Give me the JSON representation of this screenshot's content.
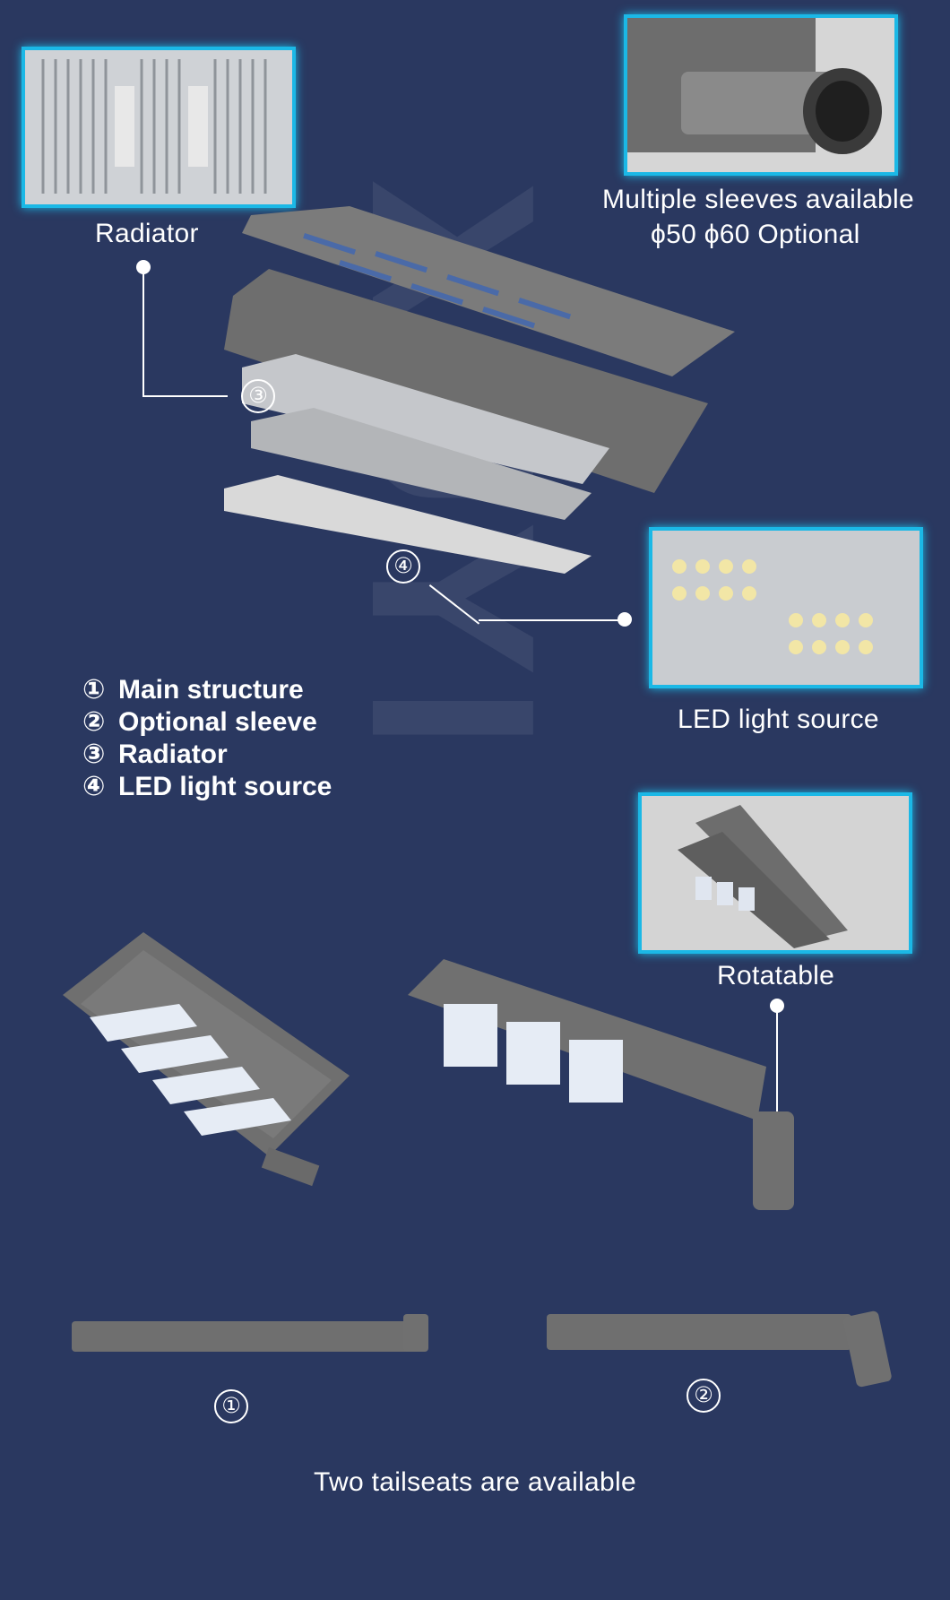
{
  "watermark": "XUYI",
  "callouts": {
    "radiator": "Radiator",
    "sleeves_line1": "Multiple sleeves available",
    "sleeves_line2": "ϕ50 ϕ60 Optional",
    "led": "LED light source",
    "rotatable": "Rotatable"
  },
  "markers": {
    "three": "③",
    "four": "④"
  },
  "legend": [
    {
      "num": "①",
      "text": "Main structure"
    },
    {
      "num": "②",
      "text": "Optional sleeve"
    },
    {
      "num": "③",
      "text": "Radiator"
    },
    {
      "num": "④",
      "text": "LED light source"
    }
  ],
  "tailseats": {
    "one": "①",
    "two": "②",
    "caption": "Two tailseats are available"
  },
  "colors": {
    "background": "#2a3860",
    "frame_accent": "#1bb8e6",
    "lamp_body": "#6f6f6f"
  }
}
